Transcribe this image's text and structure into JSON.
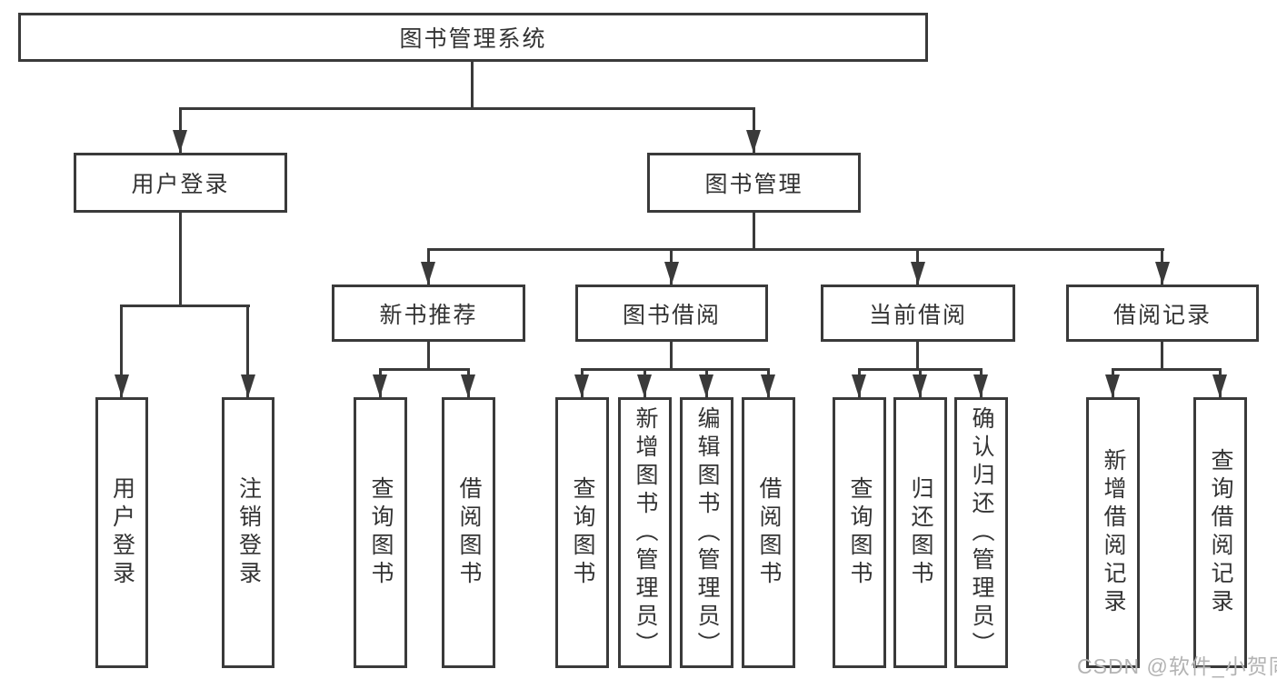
{
  "colors": {
    "line": "#3a3a3a",
    "text": "#333333",
    "box_fill": "#ffffff",
    "background": "#ffffff",
    "watermark": "#b3b3b3"
  },
  "tree": {
    "root": {
      "label": "图书管理系统",
      "children": [
        {
          "label": "用户登录",
          "children": [
            {
              "label": "用户登录"
            },
            {
              "label": "注销登录"
            }
          ]
        },
        {
          "label": "图书管理",
          "children": [
            {
              "label": "新书推荐",
              "children": [
                {
                  "label": "查询图书"
                },
                {
                  "label": "借阅图书"
                }
              ]
            },
            {
              "label": "图书借阅",
              "children": [
                {
                  "label": "查询图书"
                },
                {
                  "label": "新增图书（管理员）"
                },
                {
                  "label": "编辑图书（管理员）"
                },
                {
                  "label": "借阅图书"
                }
              ]
            },
            {
              "label": "当前借阅",
              "children": [
                {
                  "label": "查询图书"
                },
                {
                  "label": "归还图书"
                },
                {
                  "label": "确认归还（管理员）"
                }
              ]
            },
            {
              "label": "借阅记录",
              "children": [
                {
                  "label": "新增借阅记录"
                },
                {
                  "label": "查询借阅记录"
                }
              ]
            }
          ]
        }
      ]
    }
  },
  "watermark": {
    "text": "CSDN @软件_小贺同学"
  }
}
